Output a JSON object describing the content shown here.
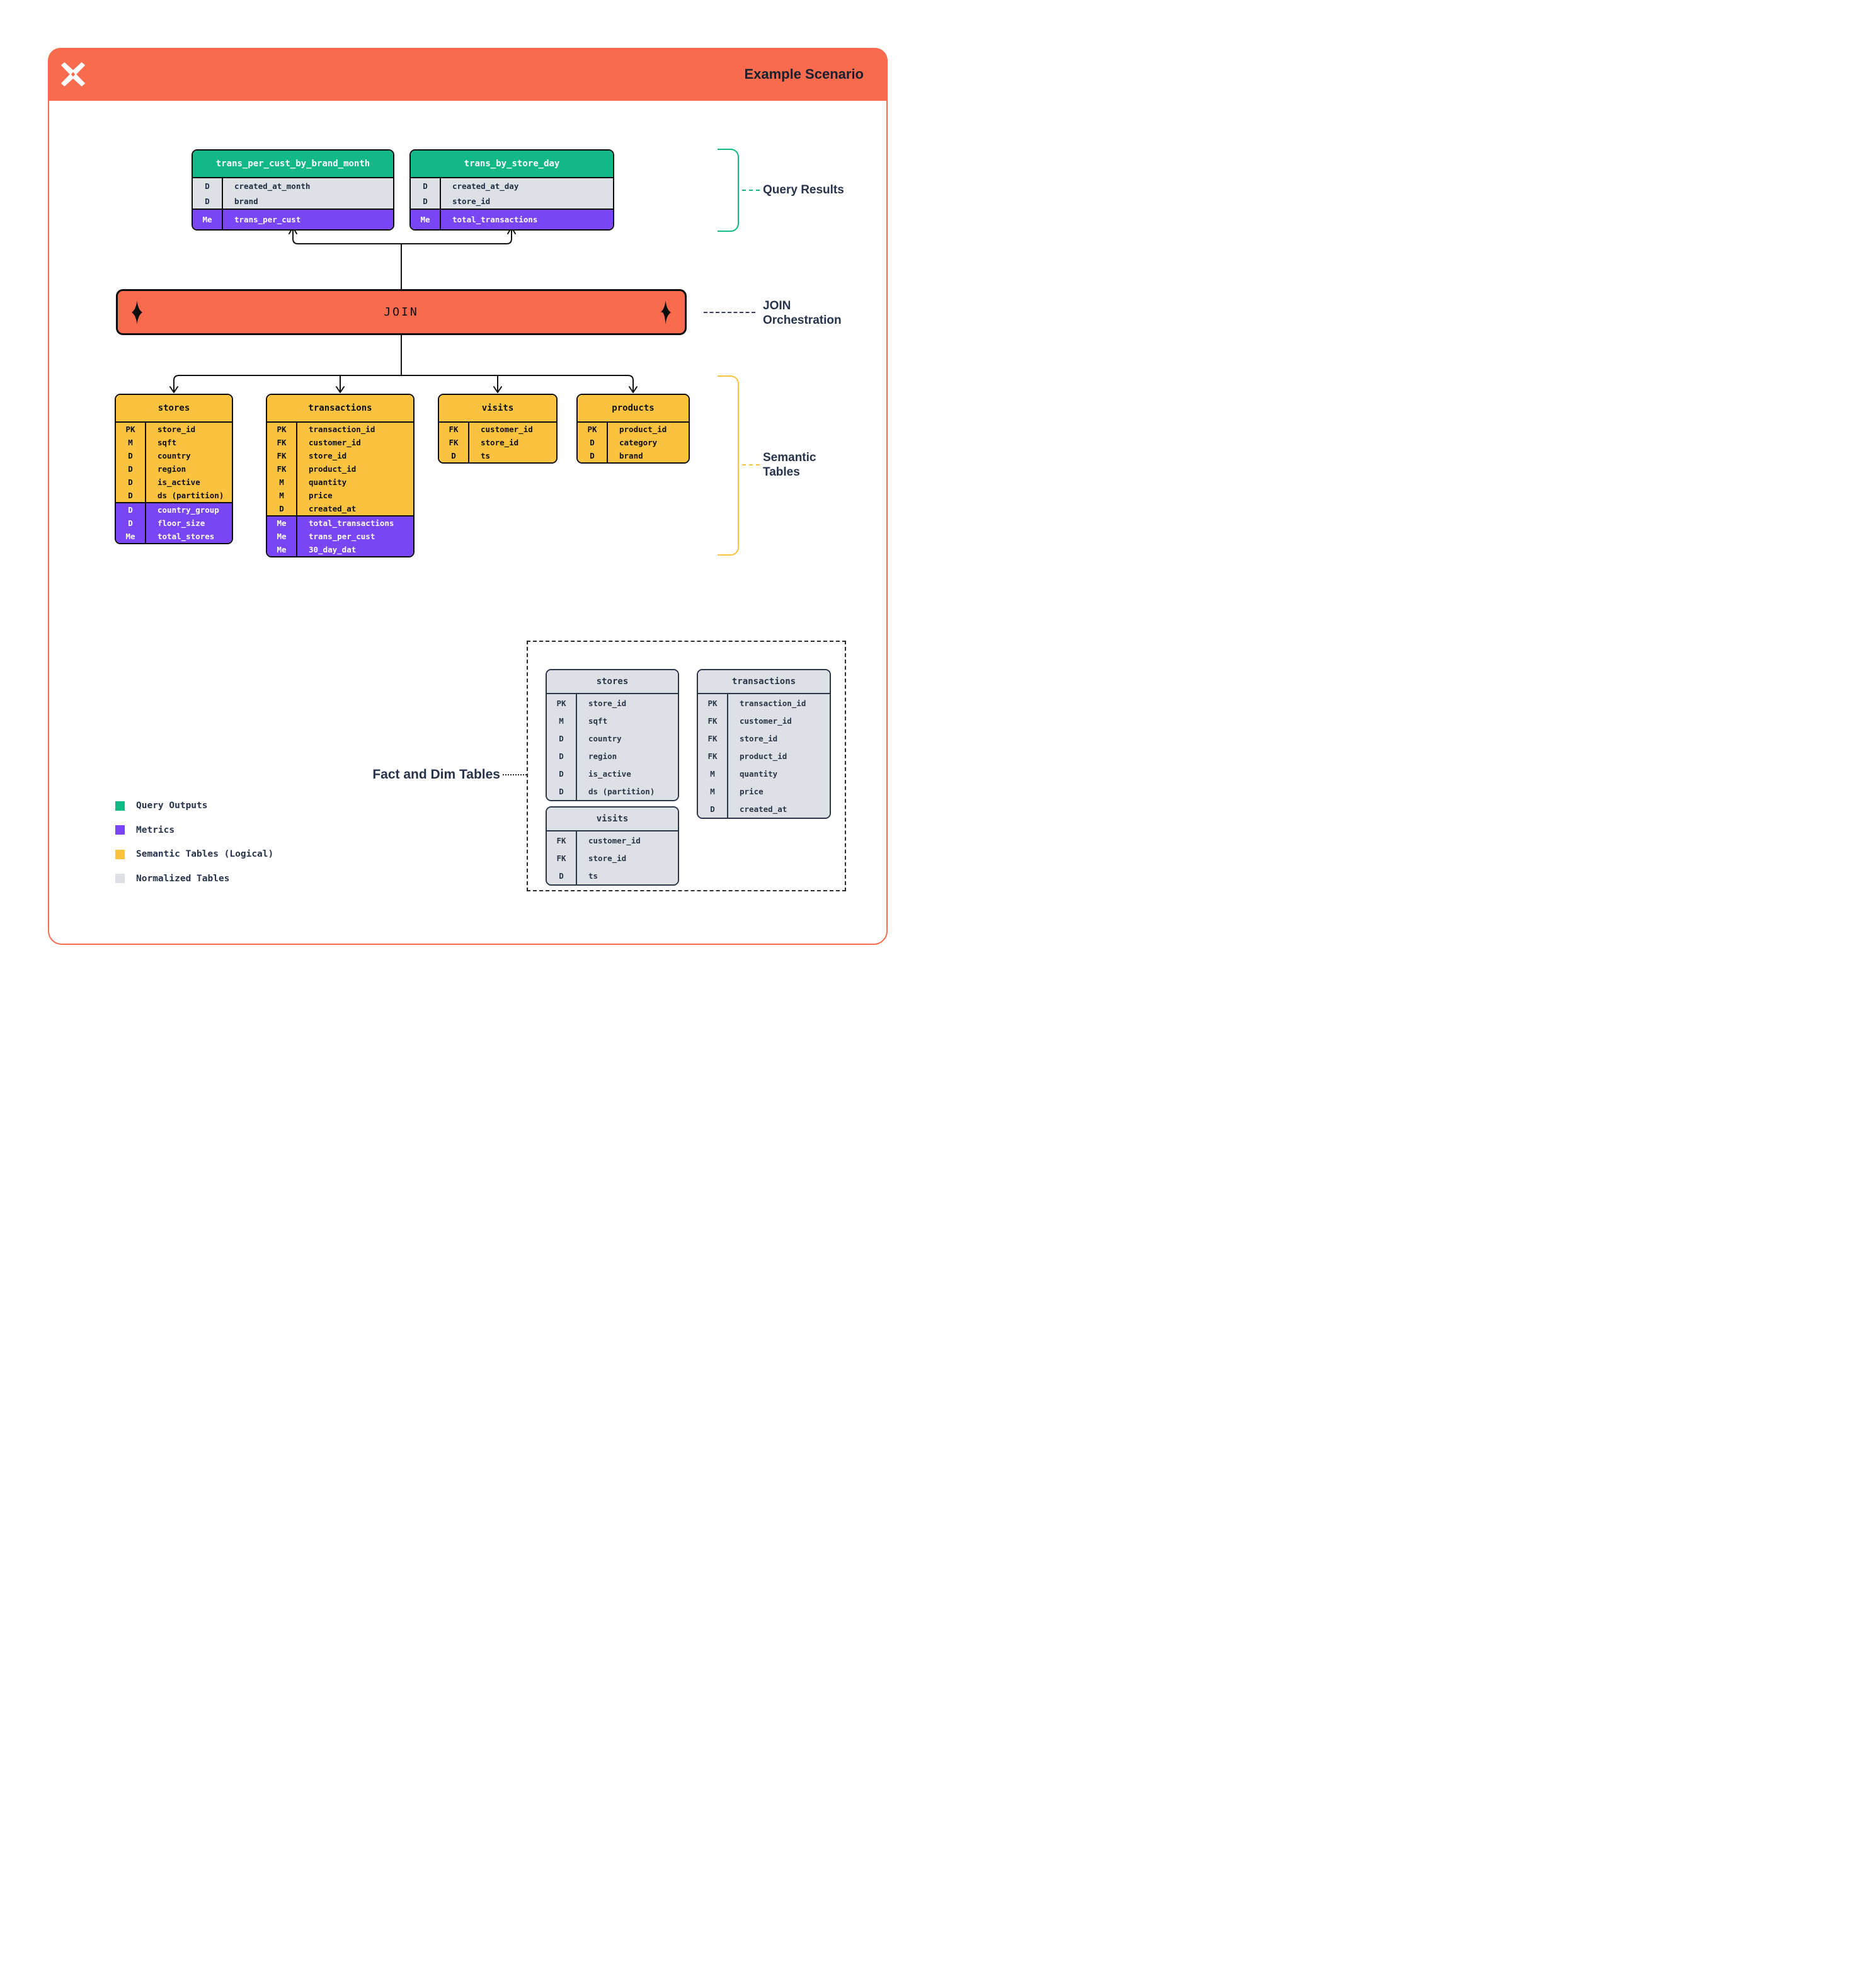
{
  "header": {
    "title": "Example Scenario",
    "logo": "x-pinwheel-logo"
  },
  "join": {
    "label": "JOIN"
  },
  "annotations": {
    "query_results": "Query Results",
    "join_orchestration_line1": "JOIN",
    "join_orchestration_line2": "Orchestration",
    "semantic_line1": "Semantic",
    "semantic_line2": "Tables",
    "fact_dim": "Fact and Dim Tables"
  },
  "colors": {
    "orange": "#FA6A4D",
    "green": "#12B886",
    "purple": "#7A46F5",
    "yellow": "#FBC33F",
    "gray": "#DDE1E6",
    "navy": "#27334A"
  },
  "query_result_tables": [
    {
      "name": "trans_per_cust_by_brand_month",
      "sections": [
        {
          "style": "gray",
          "rows": [
            [
              "D",
              "created_at_month"
            ],
            [
              "D",
              "brand"
            ]
          ]
        },
        {
          "style": "purple",
          "rows": [
            [
              "Me",
              "trans_per_cust"
            ]
          ]
        }
      ]
    },
    {
      "name": "trans_by_store_day",
      "sections": [
        {
          "style": "gray",
          "rows": [
            [
              "D",
              "created_at_day"
            ],
            [
              "D",
              "store_id"
            ]
          ]
        },
        {
          "style": "purple",
          "rows": [
            [
              "Me",
              "total_transactions"
            ]
          ]
        }
      ]
    }
  ],
  "semantic_tables": [
    {
      "name": "stores",
      "sections": [
        {
          "style": "yellow",
          "rows": [
            [
              "PK",
              "store_id"
            ],
            [
              "M",
              "sqft"
            ],
            [
              "D",
              "country"
            ],
            [
              "D",
              "region"
            ],
            [
              "D",
              "is_active"
            ],
            [
              "D",
              "ds (partition)"
            ]
          ]
        },
        {
          "style": "purple",
          "rows": [
            [
              "D",
              "country_group"
            ],
            [
              "D",
              "floor_size"
            ],
            [
              "Me",
              "total_stores"
            ]
          ]
        }
      ]
    },
    {
      "name": "transactions",
      "sections": [
        {
          "style": "yellow",
          "rows": [
            [
              "PK",
              "transaction_id"
            ],
            [
              "FK",
              "customer_id"
            ],
            [
              "FK",
              "store_id"
            ],
            [
              "FK",
              "product_id"
            ],
            [
              "M",
              "quantity"
            ],
            [
              "M",
              "price"
            ],
            [
              "D",
              "created_at"
            ]
          ]
        },
        {
          "style": "purple",
          "rows": [
            [
              "Me",
              "total_transactions"
            ],
            [
              "Me",
              "trans_per_cust"
            ],
            [
              "Me",
              "30_day_dat"
            ]
          ]
        }
      ]
    },
    {
      "name": "visits",
      "sections": [
        {
          "style": "yellow",
          "rows": [
            [
              "FK",
              "customer_id"
            ],
            [
              "FK",
              "store_id"
            ],
            [
              "D",
              "ts"
            ]
          ]
        }
      ]
    },
    {
      "name": "products",
      "sections": [
        {
          "style": "yellow",
          "rows": [
            [
              "PK",
              "product_id"
            ],
            [
              "D",
              "category"
            ],
            [
              "D",
              "brand"
            ]
          ]
        }
      ]
    }
  ],
  "normalized_tables": [
    {
      "name": "stores",
      "sections": [
        {
          "style": "norm",
          "rows": [
            [
              "PK",
              "store_id"
            ],
            [
              "M",
              "sqft"
            ],
            [
              "D",
              "country"
            ],
            [
              "D",
              "region"
            ],
            [
              "D",
              "is_active"
            ],
            [
              "D",
              "ds (partition)"
            ]
          ]
        }
      ]
    },
    {
      "name": "transactions",
      "sections": [
        {
          "style": "norm",
          "rows": [
            [
              "PK",
              "transaction_id"
            ],
            [
              "FK",
              "customer_id"
            ],
            [
              "FK",
              "store_id"
            ],
            [
              "FK",
              "product_id"
            ],
            [
              "M",
              "quantity"
            ],
            [
              "M",
              "price"
            ],
            [
              "D",
              "created_at"
            ]
          ]
        }
      ]
    },
    {
      "name": "visits",
      "sections": [
        {
          "style": "norm",
          "rows": [
            [
              "FK",
              "customer_id"
            ],
            [
              "FK",
              "store_id"
            ],
            [
              "D",
              "ts"
            ]
          ]
        }
      ]
    }
  ],
  "legend": [
    {
      "label": "Query Outputs",
      "color": "#12B886"
    },
    {
      "label": "Metrics",
      "color": "#7A46F5"
    },
    {
      "label": "Semantic Tables (Logical)",
      "color": "#FBC33F"
    },
    {
      "label": "Normalized Tables",
      "color": "#DDE1E6"
    }
  ]
}
